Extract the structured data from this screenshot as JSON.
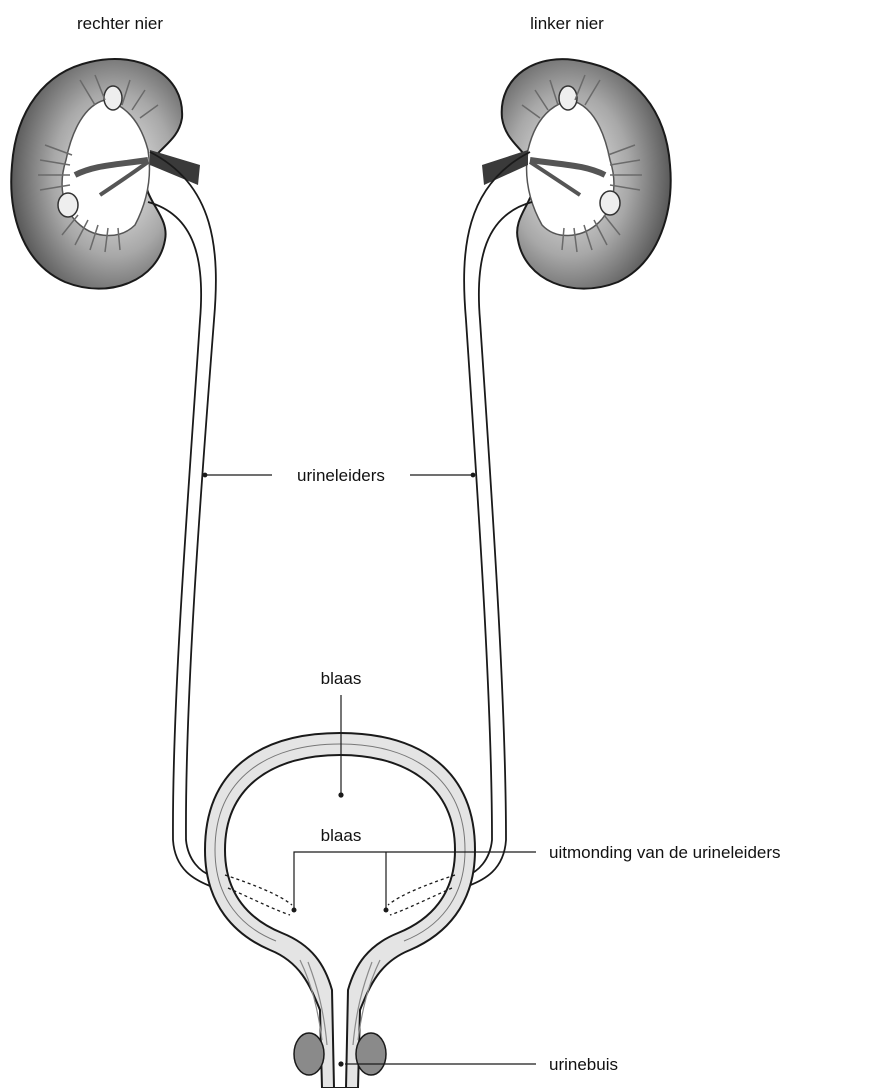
{
  "labels": {
    "right_kidney": "rechter nier",
    "left_kidney": "linker nier",
    "ureters": "urineleiders",
    "bladder_top": "blaas",
    "bladder_inner": "blaas",
    "ureter_openings": "uitmonding van de urineleiders",
    "urethra": "urinebuis"
  },
  "colors": {
    "kidney_dark": "#4a4a4a",
    "kidney_light": "#e6e6e6",
    "outline": "#1a1a1a",
    "tube_fill": "#ffffff",
    "muscle": "#9a9a9a"
  }
}
